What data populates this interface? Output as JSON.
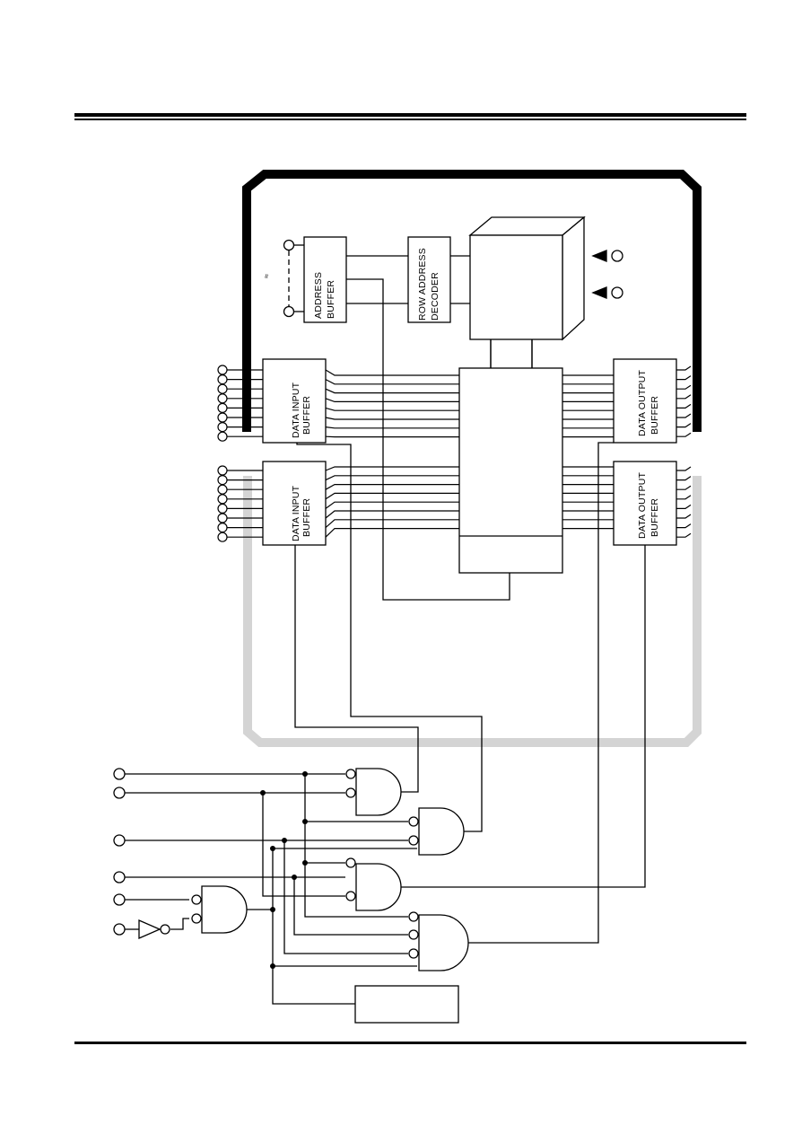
{
  "diagram": {
    "blocks": {
      "address_buffer": [
        "ADDRESS",
        "BUFFER"
      ],
      "row_address_decoder": [
        "ROW ADDRESS",
        "DECODER"
      ],
      "data_input_buffer_upper": [
        "DATA INPUT",
        "BUFFER"
      ],
      "data_input_buffer_lower": [
        "DATA INPUT",
        "BUFFER"
      ],
      "data_output_buffer_upper": [
        "DATA OUTPUT",
        "BUFFER"
      ],
      "data_output_buffer_lower": [
        "DATA OUTPUT",
        "BUFFER"
      ]
    },
    "bus_colors": {
      "upper_byte_bus": "#000000",
      "lower_byte_bus": "#d4d4d4"
    },
    "address_dots_glyph": "≈"
  }
}
